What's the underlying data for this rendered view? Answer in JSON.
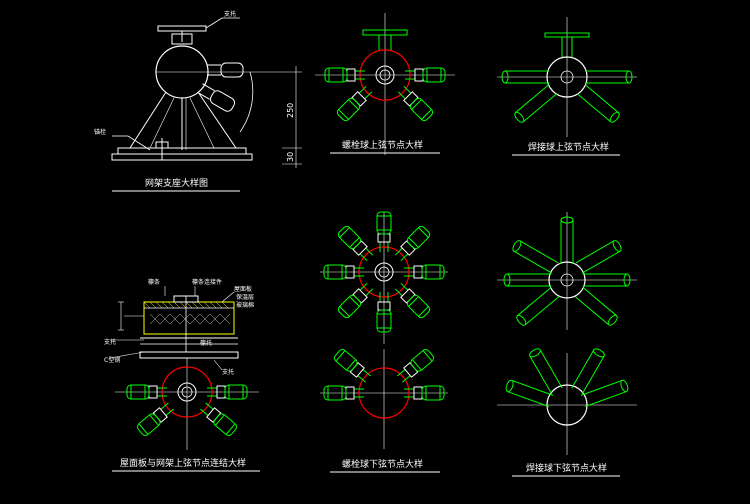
{
  "colors": {
    "background": "#000000",
    "line": "#ffffff",
    "pipe": "#00ff00",
    "ball": "#ff0000",
    "axis": "#ffffff",
    "insulation": "#ffff00"
  },
  "captions": {
    "support": "网架支座大样图",
    "bolt_top": "螺栓球上弦节点大样",
    "weld_top": "焊接球上弦节点大样",
    "roof": "屋面板与网架上弦节点连结大样",
    "bolt_bottom": "螺栓球下弦节点大样",
    "weld_bottom": "焊接球下弦节点大样"
  },
  "labels": {
    "support_top": "支托",
    "support_left": "锚栓",
    "dim_250": "250",
    "dim_30": "30",
    "roof_a": "檩条",
    "roof_b": "檩条连接件",
    "roof_c": "屋面板",
    "roof_d": "保温层",
    "roof_e": "玻璃棉",
    "roof_f": "檩托",
    "roof_g": "支托",
    "roof_h": "C型钢",
    "roof_i": "支托"
  }
}
